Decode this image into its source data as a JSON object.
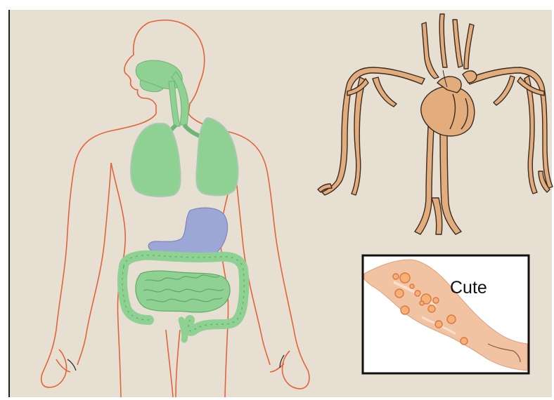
{
  "colors": {
    "paper": "#e7dfd2",
    "body_outline": "#e2643a",
    "organ_green": "#8fd093",
    "organ_green_dark": "#5faa67",
    "stomach_blue": "#9da7d6",
    "vessel_fill": "#e2ac7c",
    "vessel_stroke": "#3a2a20",
    "skin": "#f2c3a3",
    "lesion_fill": "#f6b078",
    "lesion_ring": "#d9793f",
    "inset_border": "#111111"
  },
  "icons": [
    "human-body-figure",
    "respiratory-system",
    "digestive-system",
    "circulatory-system",
    "arm-with-skin-lesions"
  ],
  "inset": {
    "label": "Cute"
  }
}
